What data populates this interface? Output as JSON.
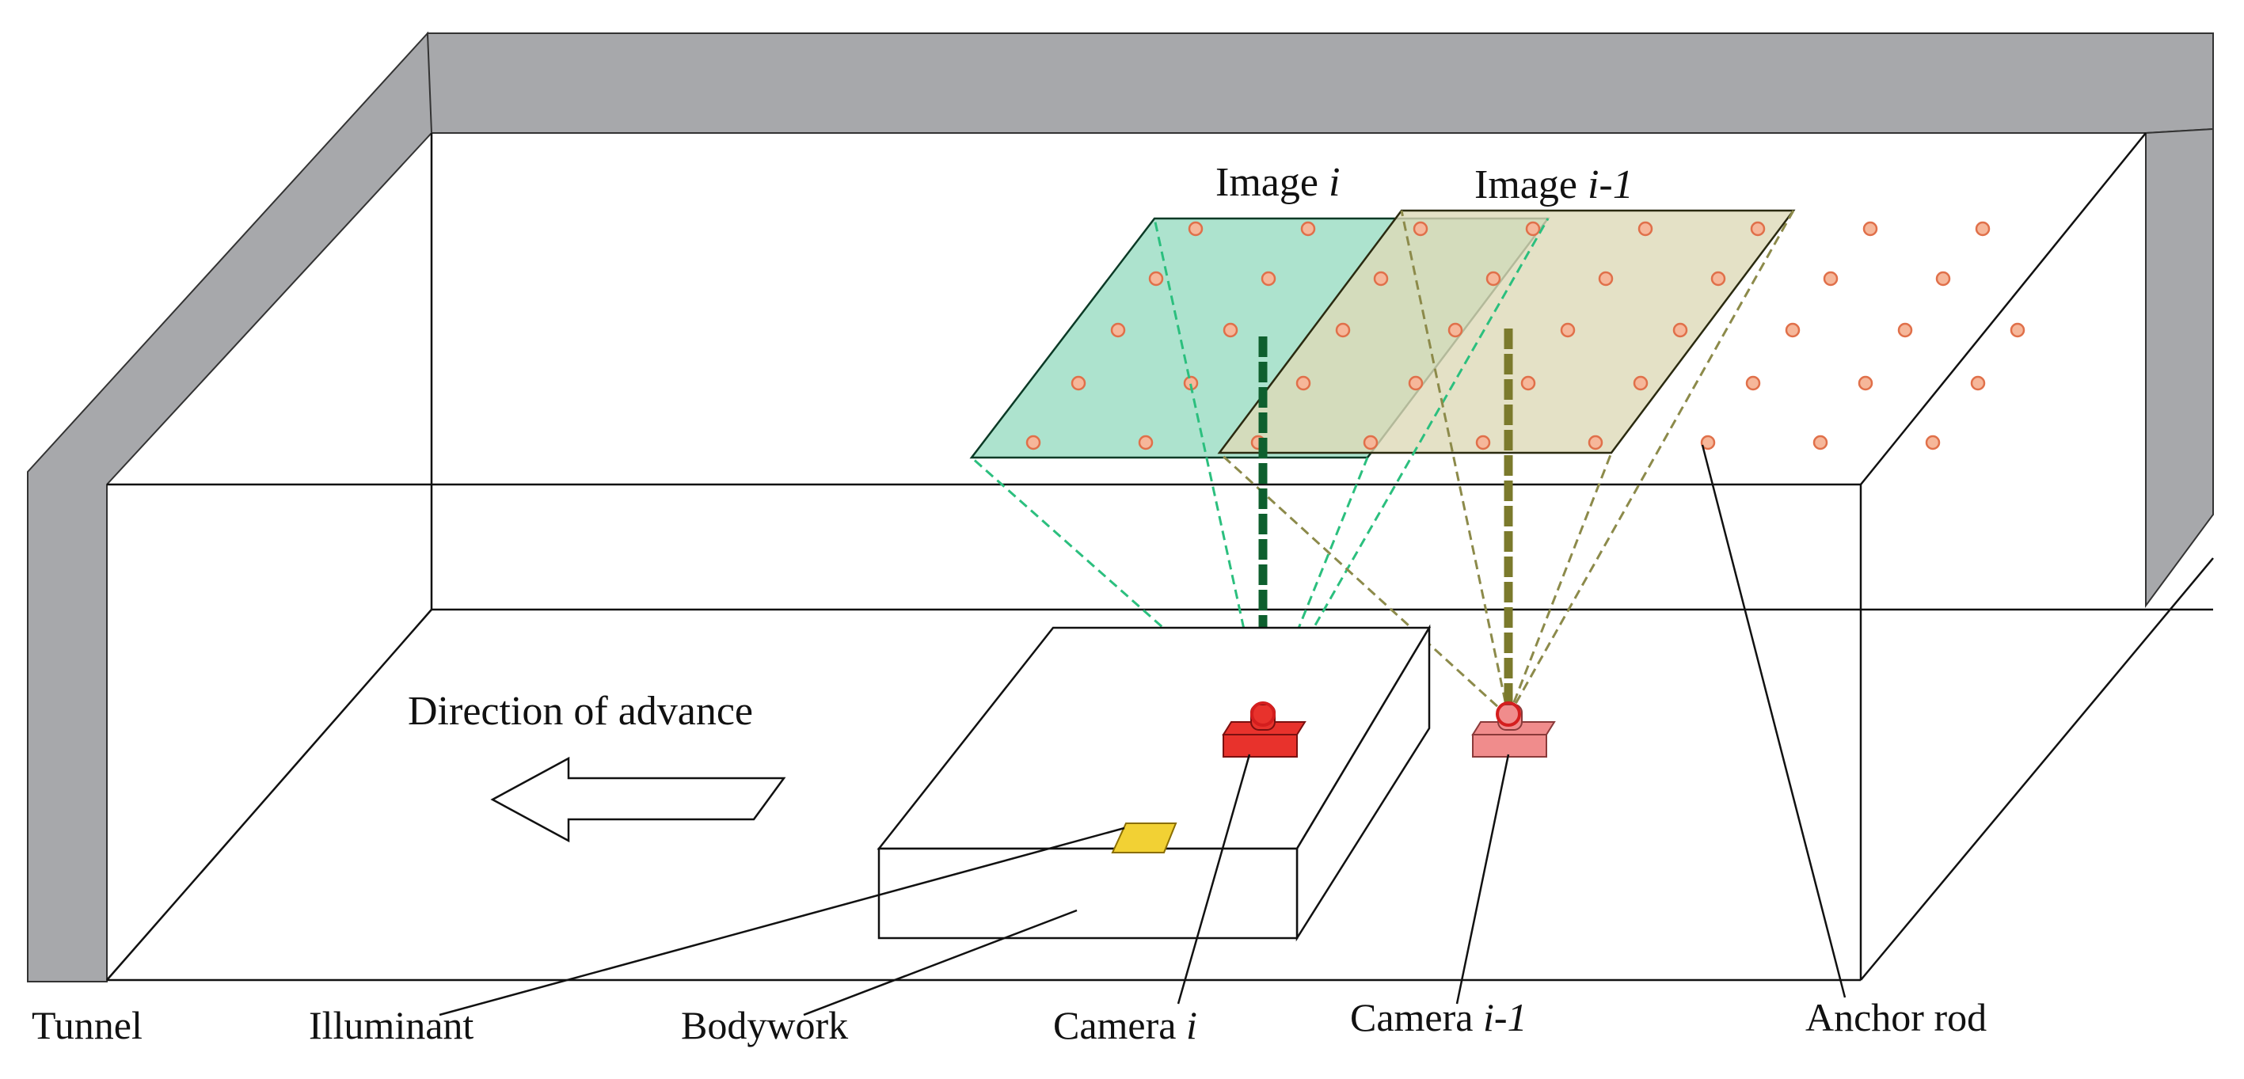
{
  "labels": {
    "image_i": {
      "prefix": "Image ",
      "var": "i",
      "suffix": ""
    },
    "image_i_minus_1": {
      "prefix": "Image ",
      "var": "i-1",
      "suffix": ""
    },
    "direction": "Direction of advance",
    "tunnel": "Tunnel",
    "illuminant": "Illuminant",
    "bodywork": "Bodywork",
    "camera_i": {
      "prefix": "Camera ",
      "var": "i"
    },
    "camera_i_minus_1": {
      "prefix": "Camera ",
      "var": "i-1"
    },
    "anchor_rod": "Anchor rod"
  },
  "colors": {
    "tunnel_wall": "#a7a8ab",
    "image_i_fill": "#9fdec6",
    "image_i_line": "#2bbf7e",
    "image_i1_fill": "#ddd9b8",
    "image_i1_line": "#8c8a4a",
    "axis_i": "#0e5f2e",
    "axis_i1": "#7b7a2c",
    "anchor_fill": "#f6b79a",
    "anchor_stroke": "#e0704a",
    "camera_i": "#e8322c",
    "camera_i1": "#f08c8c",
    "illuminant": "#f2d134"
  }
}
